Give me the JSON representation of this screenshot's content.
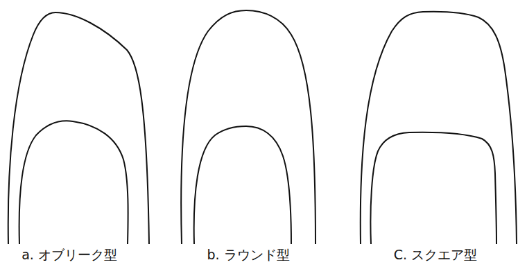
{
  "diagram": {
    "labels": [
      "a. オブリーク型",
      "b. ラウンド型",
      "C. スクエア型"
    ]
  }
}
